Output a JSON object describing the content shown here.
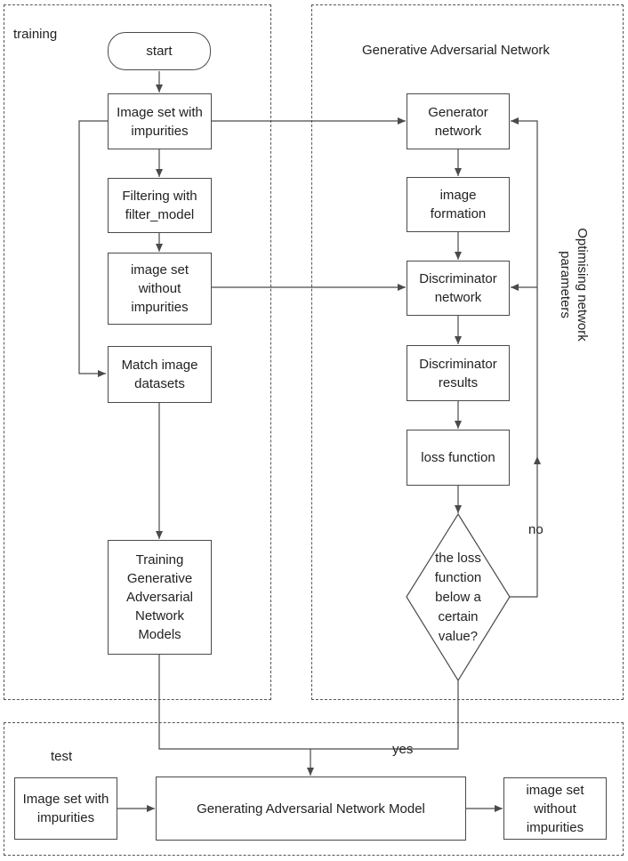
{
  "groups": {
    "training": "training",
    "gan": "Generative Adversarial Network",
    "test": "test"
  },
  "nodes": {
    "start": "start",
    "image_set_impurities": "Image set with\nimpurities",
    "filtering": "Filtering with\nfilter_model",
    "image_set_clean": "image set\nwithout\nimpurities",
    "match": "Match image\ndatasets",
    "training_models": "Training\nGenerative\nAdversarial\nNetwork\nModels",
    "generator": "Generator\nnetwork",
    "image_formation": "image\nformation",
    "discriminator": "Discriminator\nnetwork",
    "disc_results": "Discriminator\nresults",
    "loss": "loss function",
    "decision": "the loss\nfunction\nbelow a\ncertain\nvalue?",
    "test_input": "Image set with\nimpurities",
    "gan_model": "Generating Adversarial Network Model",
    "test_output": "image set\nwithout\nimpurities"
  },
  "edge_labels": {
    "no": "no",
    "yes": "yes",
    "feedback": "Optimising network\nparameters"
  },
  "colors": {
    "line": "#4a4a4a",
    "border": "#555555"
  }
}
